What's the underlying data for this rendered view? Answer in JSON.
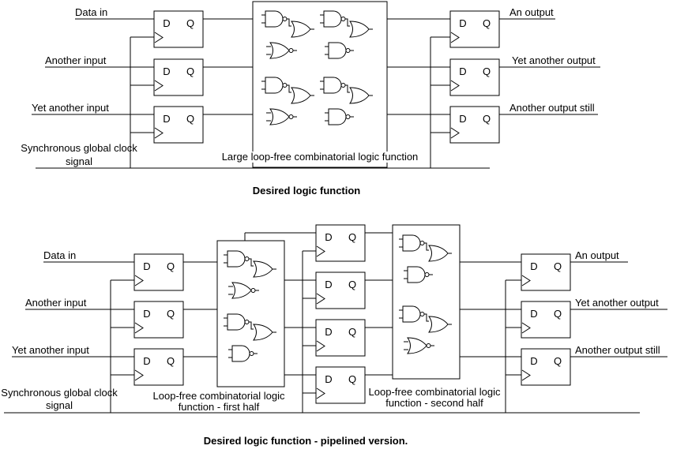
{
  "diagram": {
    "ff_d": "D",
    "ff_q": "Q",
    "top": {
      "inputs": [
        "Data in",
        "Another input",
        "Yet another input"
      ],
      "clock_line1": "Synchronous global clock",
      "clock_line2": "signal",
      "logic_box_label": "Large loop-free combinatorial logic function",
      "outputs": [
        "An output",
        "Yet another output",
        "Another output still"
      ],
      "caption": "Desired logic function"
    },
    "bottom": {
      "inputs": [
        "Data in",
        "Another input",
        "Yet another input"
      ],
      "clock_line1": "Synchronous global clock",
      "clock_line2": "signal",
      "first_half_line1": "Loop-free combinatorial logic",
      "first_half_line2": "function - first half",
      "second_half_line1": "Loop-free combinatorial logic",
      "second_half_line2": "function - second half",
      "outputs": [
        "An output",
        "Yet another output",
        "Another output still"
      ],
      "caption": "Desired logic function - pipelined version."
    }
  }
}
